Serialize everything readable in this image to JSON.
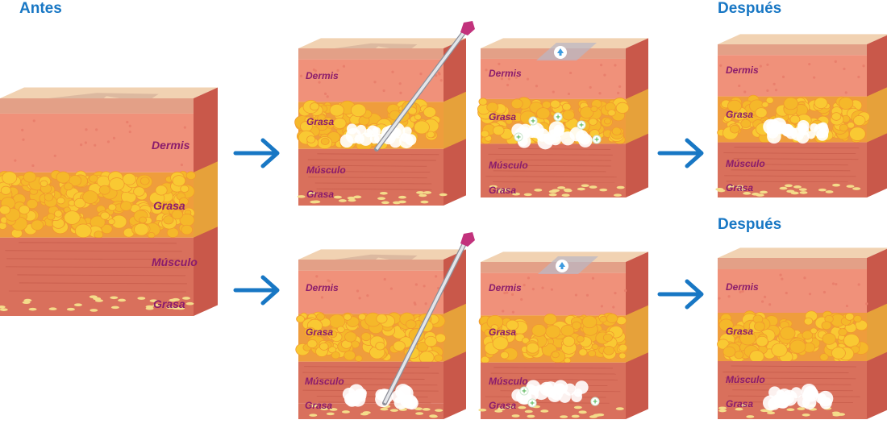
{
  "headings": {
    "before": "Antes",
    "after_top": "Después",
    "after_bottom": "Después"
  },
  "layers": {
    "dermis": "Dermis",
    "fat": "Grasa",
    "muscle": "Músculo",
    "deep_fat": "Grasa"
  },
  "colors": {
    "accent": "#1877c4",
    "label": "#8a1c6c",
    "dermis": "#f0917a",
    "fat": "#f7c32e",
    "muscle": "#d9705c",
    "epidermis": "#f1d2b2"
  },
  "icons": [
    "arrow-right-icon",
    "needle-icon",
    "foam-icon",
    "plus-bubble-icon",
    "arrow-up-bubble-icon"
  ]
}
